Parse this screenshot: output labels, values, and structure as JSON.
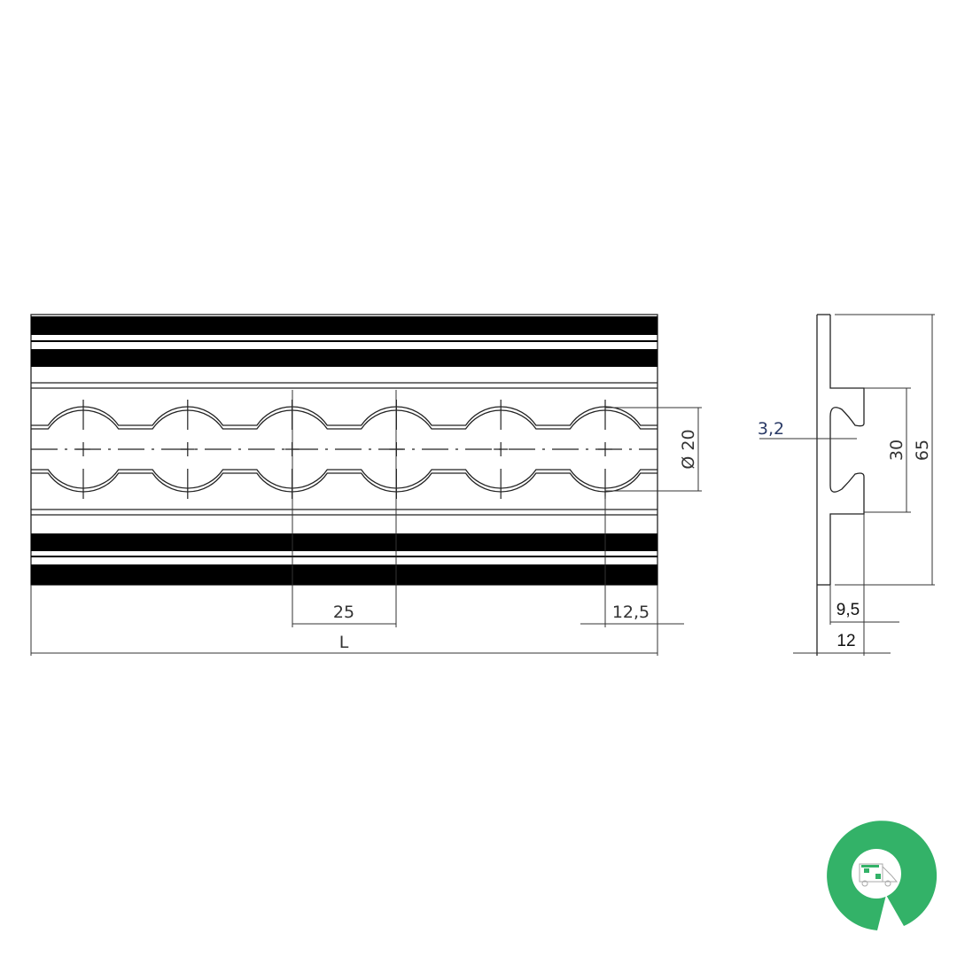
{
  "drawing": {
    "front_view": {
      "hole_count": 6,
      "hole_diameter_label": "Ø 20",
      "pitch_label": "25",
      "end_offset_label": "12,5",
      "length_label": "L"
    },
    "section_view": {
      "wall_label": "3,2",
      "slot_height_label": "30",
      "total_height_label": "65",
      "depth_inner_label": "9,5",
      "depth_total_label": "12"
    }
  },
  "logo": {
    "brand_color": "#33b268"
  }
}
